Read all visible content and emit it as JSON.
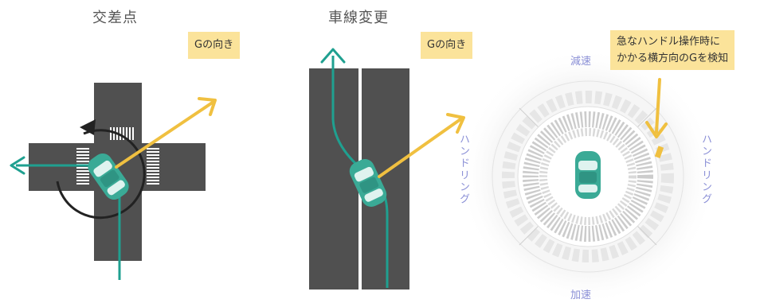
{
  "panels": {
    "intersection": {
      "title": "交差点",
      "g_label": "Gの向き"
    },
    "lane_change": {
      "title": "車線変更",
      "g_label": "Gの向き"
    },
    "detection": {
      "note_line1": "急なハンドル操作時に",
      "note_line2": "かかる横方向のGを検知",
      "top_label": "減速",
      "bottom_label": "加速",
      "left_label": "ハンドリング",
      "right_label": "ハンドリング"
    }
  },
  "colors": {
    "road": "#505050",
    "car_body": "#3aaa96",
    "arrow_teal": "#1fa090",
    "g_arrow": "#f0c040",
    "label_bg": "#fbe39a",
    "gauge_text": "#8a8fd6"
  }
}
